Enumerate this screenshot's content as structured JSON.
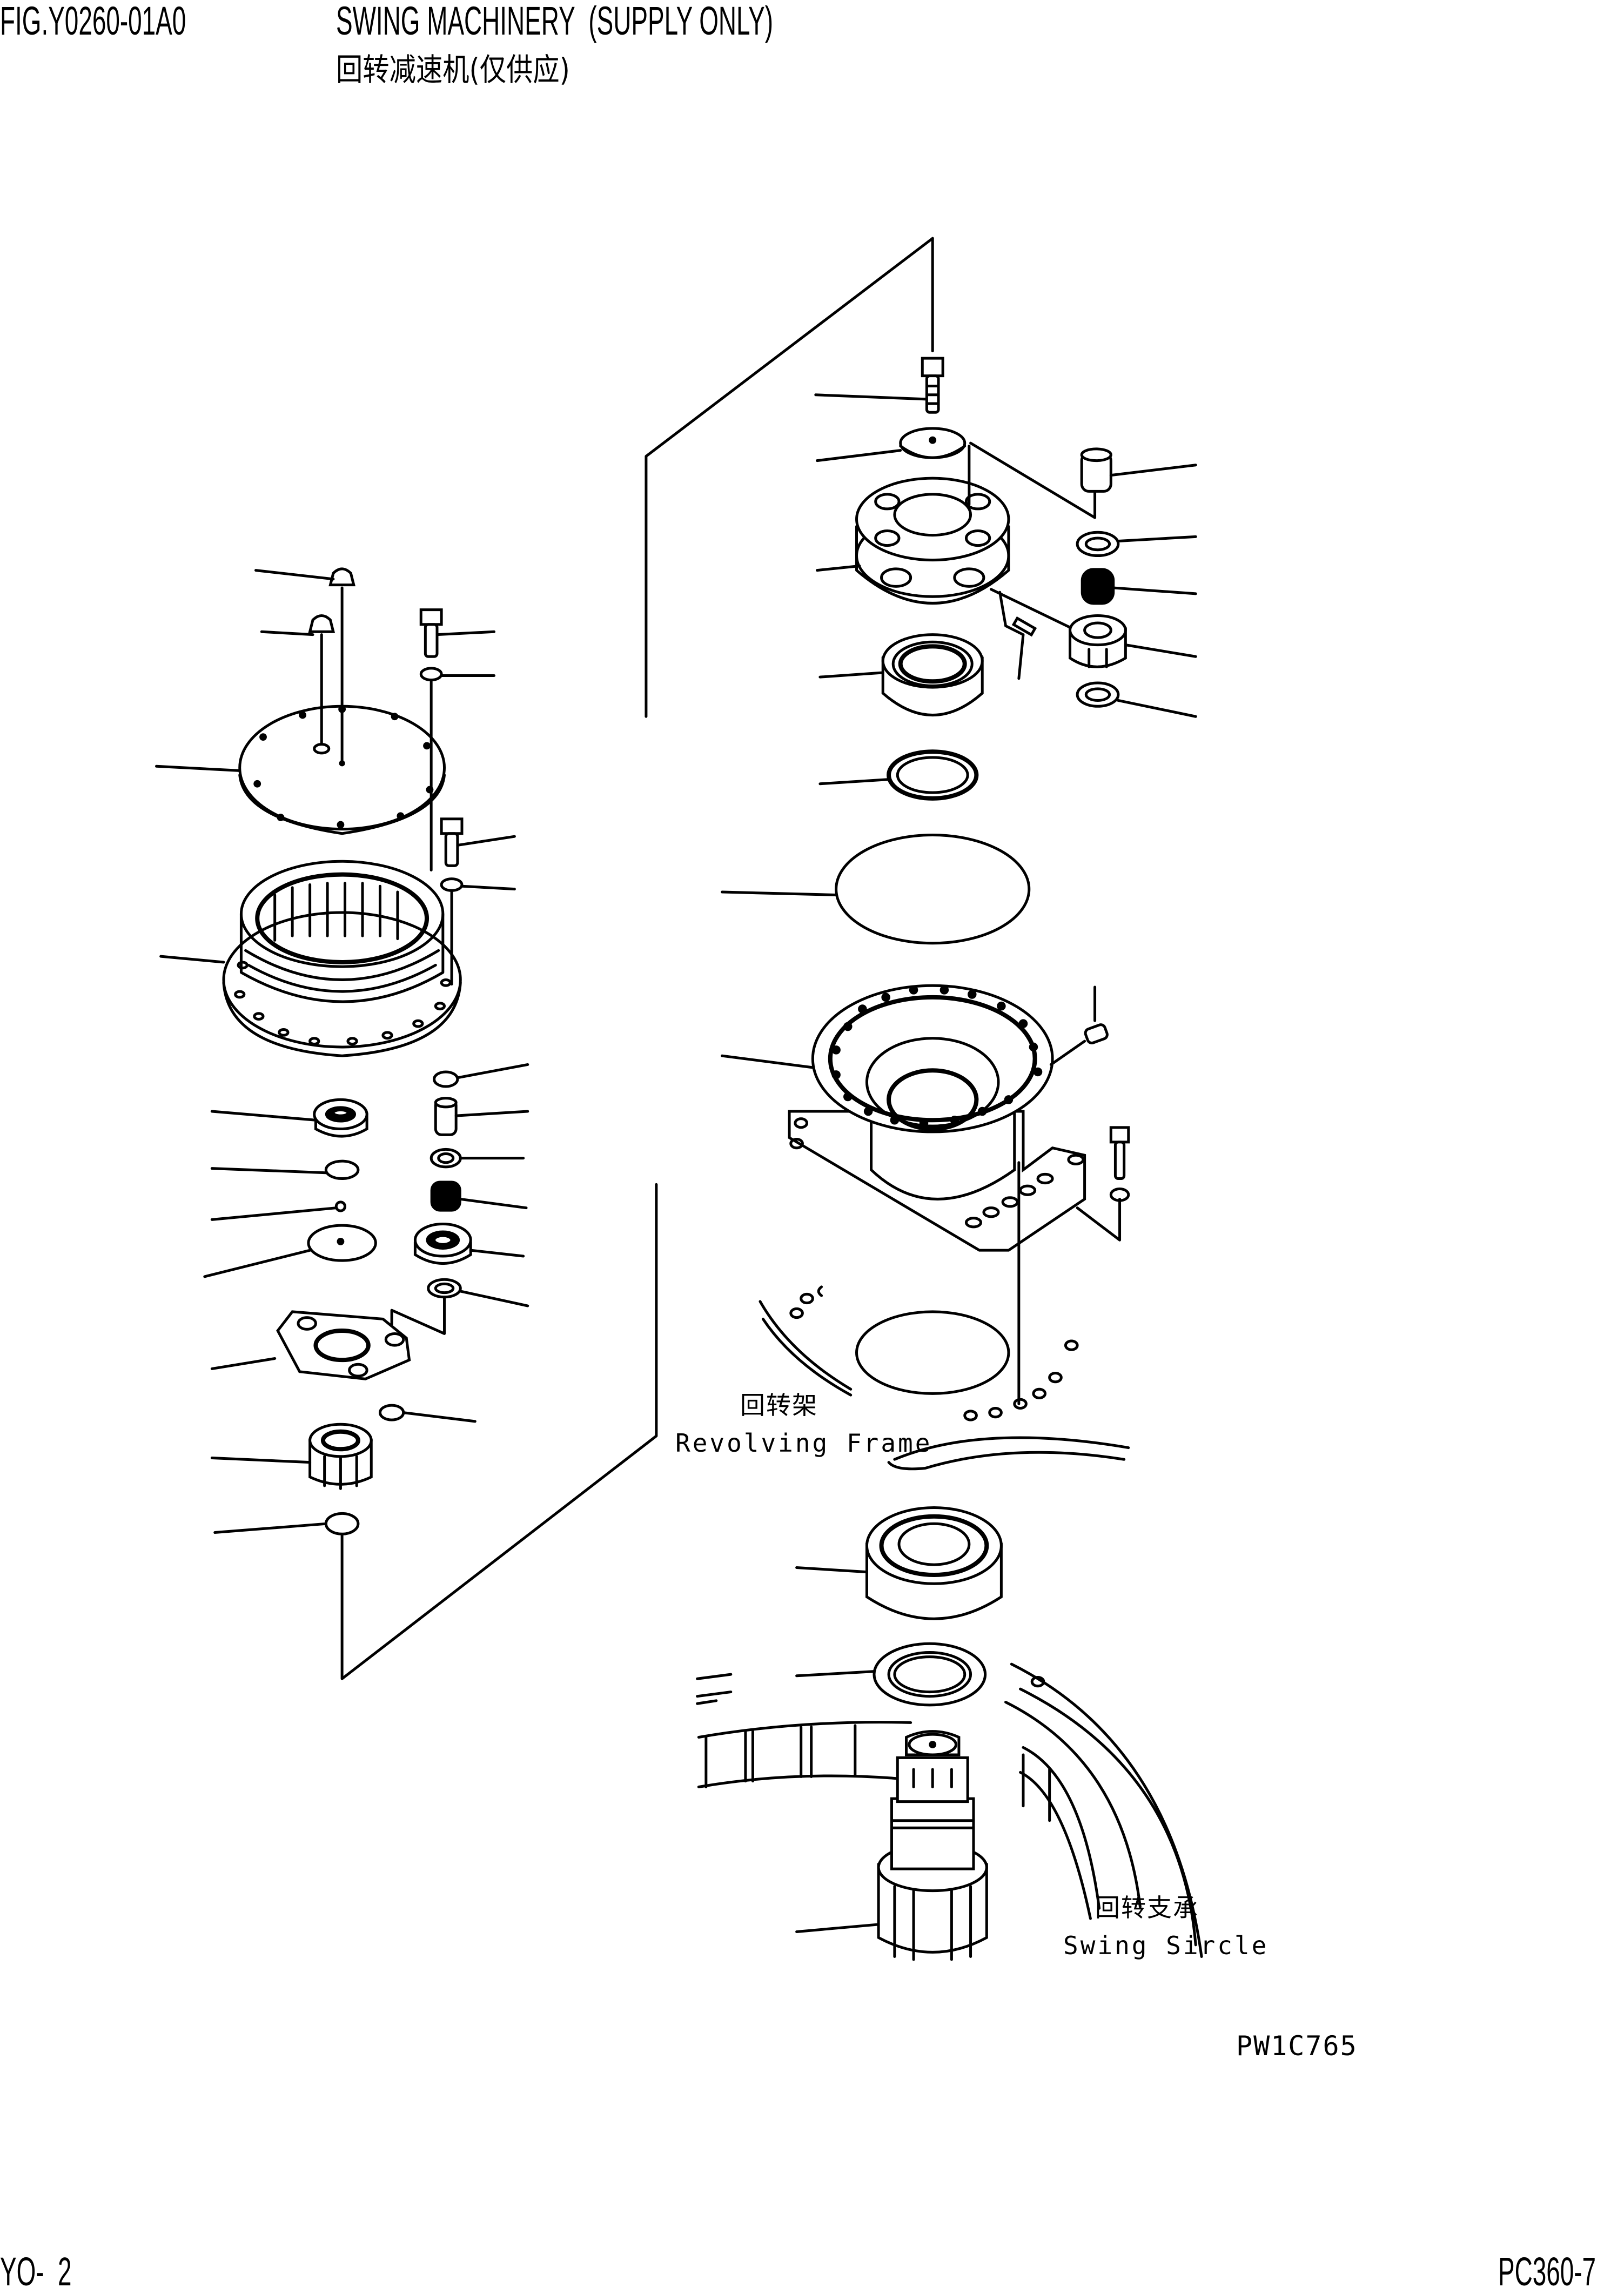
{
  "header": {
    "figure_number": "FIG.Y0260-01A0",
    "title_en": "SWING MACHINERY  (SUPPLY ONLY)",
    "title_cn": "回转减速机(仅供应)"
  },
  "diagram": {
    "type": "exploded parts diagram",
    "callouts": {
      "revolving_frame_cn": "回转架",
      "revolving_frame_en": "Revolving Frame",
      "swing_circle_cn": "回转支承",
      "swing_circle_en": "Swing Sircle"
    },
    "drawing_code": "PW1C765",
    "colors": {
      "line": "#000000",
      "background": "#ffffff"
    }
  },
  "footer": {
    "page": "YO-  2",
    "model": "PC360-7"
  }
}
